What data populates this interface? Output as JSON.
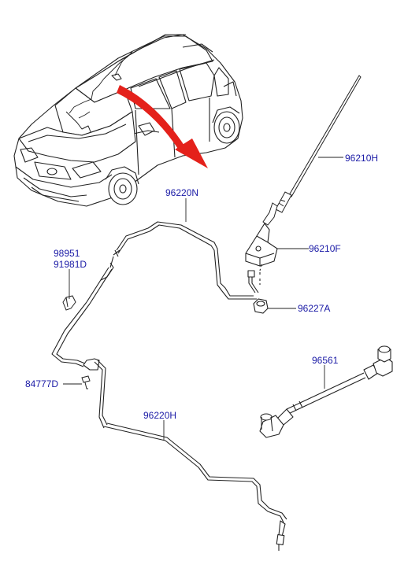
{
  "diagram": {
    "parts": [
      {
        "id": "p96210H",
        "number": "96210H"
      },
      {
        "id": "p96220N",
        "number": "96220N"
      },
      {
        "id": "p96210F",
        "number": "96210F"
      },
      {
        "id": "p96227A",
        "number": "96227A"
      },
      {
        "id": "p98951",
        "number": "98951"
      },
      {
        "id": "p91981D",
        "number": "91981D"
      },
      {
        "id": "p96561",
        "number": "96561"
      },
      {
        "id": "p84777D",
        "number": "84777D"
      },
      {
        "id": "p96220H",
        "number": "96220H"
      }
    ],
    "colors": {
      "label": "#1a1aa6",
      "arrow": "#e4211b",
      "line": "#222222"
    },
    "icons": [
      "car-illustration",
      "antenna-mast-icon",
      "antenna-base-icon",
      "nut-icon",
      "clip-icon",
      "bolt-icon",
      "connector-cable-icon",
      "cable-routing-icon"
    ]
  }
}
